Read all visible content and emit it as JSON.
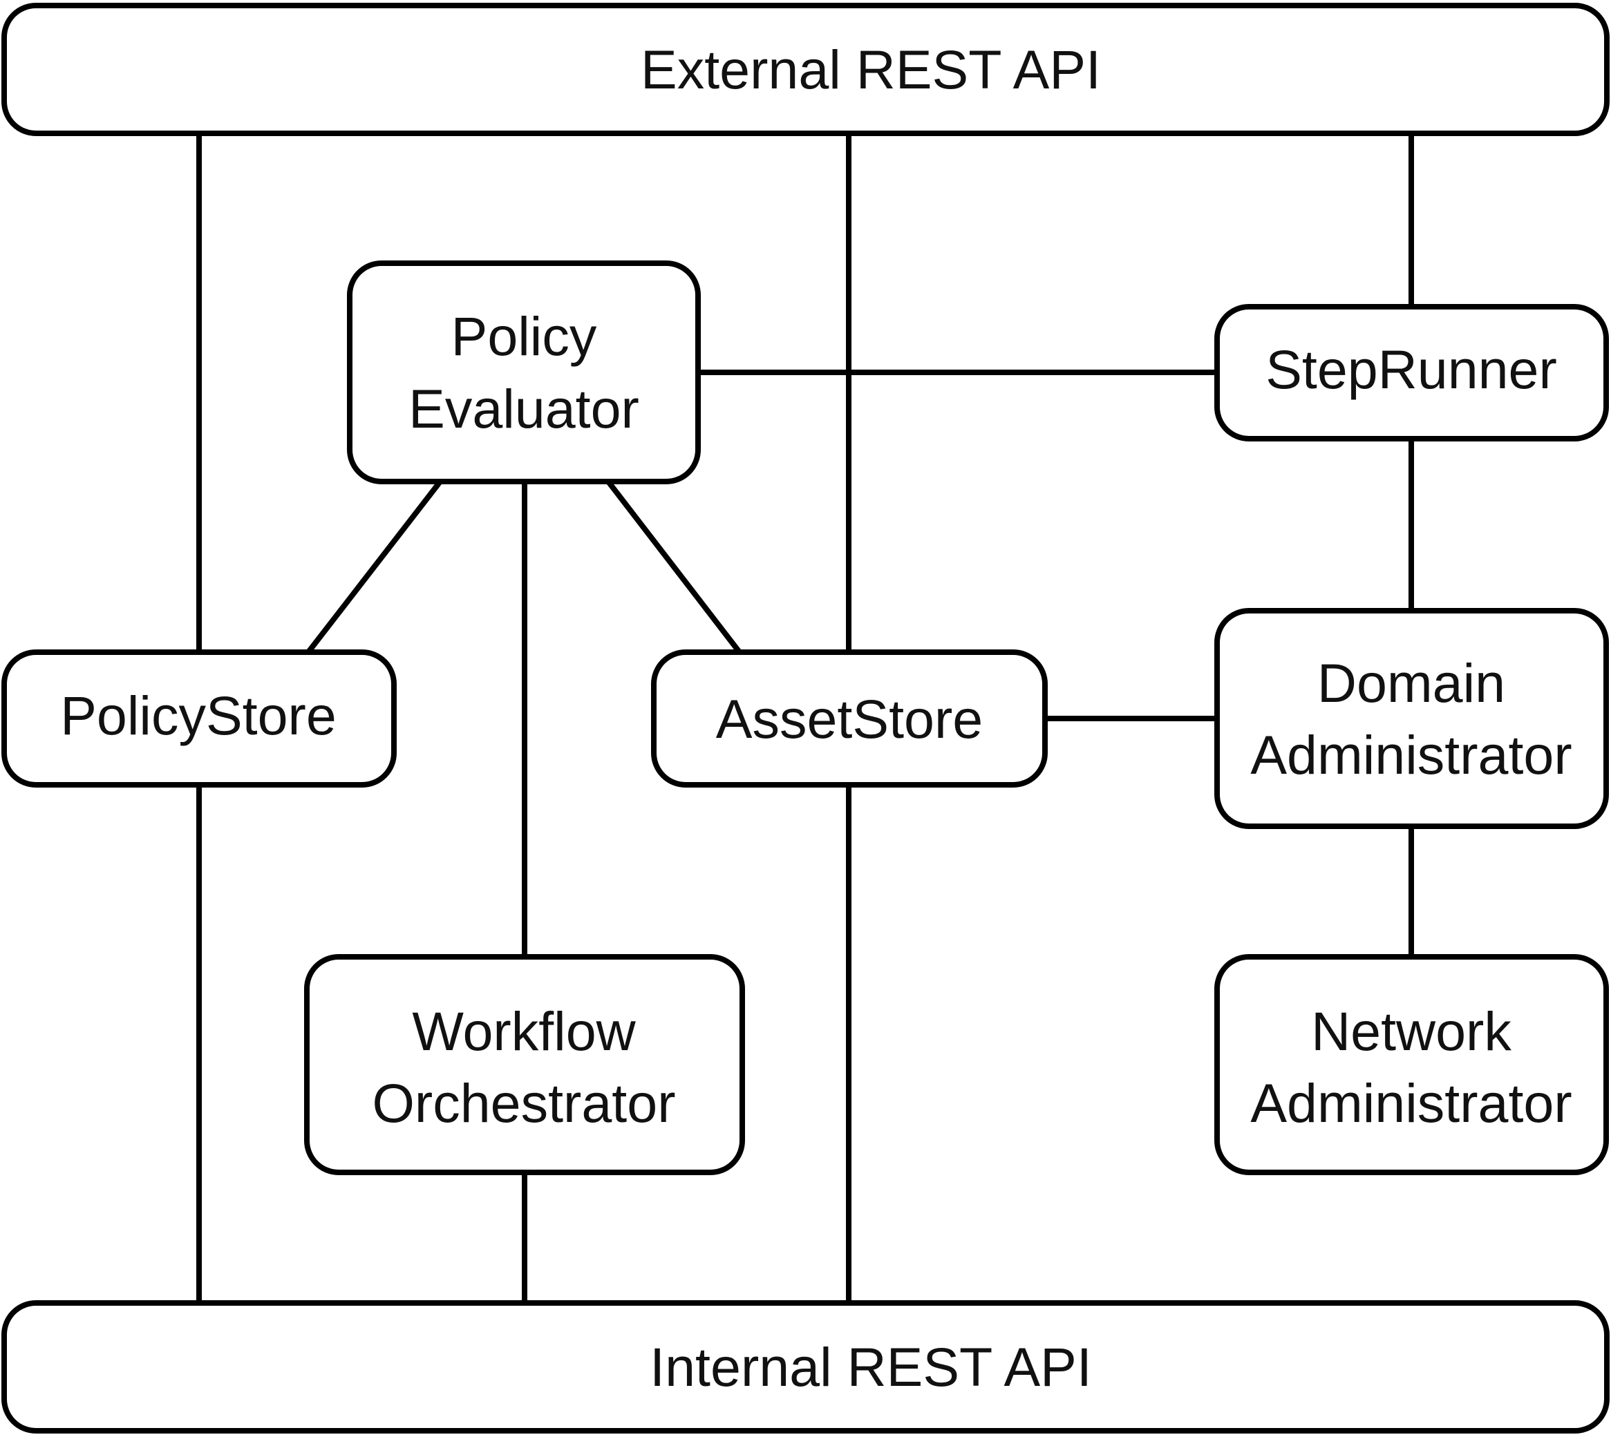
{
  "diagram": {
    "nodes": {
      "external_api": {
        "lines": [
          "External REST API"
        ]
      },
      "internal_api": {
        "lines": [
          "Internal REST API"
        ]
      },
      "policy_evaluator": {
        "lines": [
          "Policy",
          "Evaluator"
        ]
      },
      "step_runner": {
        "lines": [
          "StepRunner"
        ]
      },
      "policy_store": {
        "lines": [
          "PolicyStore"
        ]
      },
      "asset_store": {
        "lines": [
          "AssetStore"
        ]
      },
      "domain_admin": {
        "lines": [
          "Domain",
          "Administrator"
        ]
      },
      "workflow_orchestrator": {
        "lines": [
          "Workflow",
          "Orchestrator"
        ]
      },
      "network_admin": {
        "lines": [
          "Network",
          "Administrator"
        ]
      }
    },
    "edges": [
      {
        "from": "external_api",
        "to": "policy_store"
      },
      {
        "from": "external_api",
        "to": "asset_store"
      },
      {
        "from": "external_api",
        "to": "step_runner"
      },
      {
        "from": "policy_evaluator",
        "to": "step_runner"
      },
      {
        "from": "policy_evaluator",
        "to": "policy_store"
      },
      {
        "from": "policy_evaluator",
        "to": "workflow_orchestrator"
      },
      {
        "from": "policy_evaluator",
        "to": "asset_store"
      },
      {
        "from": "step_runner",
        "to": "domain_admin"
      },
      {
        "from": "asset_store",
        "to": "domain_admin"
      },
      {
        "from": "domain_admin",
        "to": "network_admin"
      },
      {
        "from": "policy_store",
        "to": "internal_api"
      },
      {
        "from": "workflow_orchestrator",
        "to": "internal_api"
      },
      {
        "from": "asset_store",
        "to": "internal_api"
      }
    ],
    "colors": {
      "stroke": "#000000",
      "fill": "#ffffff",
      "text": "#111111"
    }
  }
}
